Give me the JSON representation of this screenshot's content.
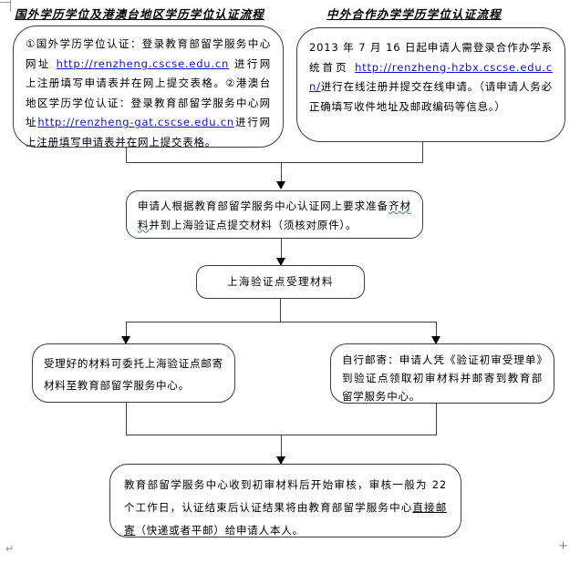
{
  "page": {
    "background": "#ffffff",
    "line_color": "#3d3d3d",
    "link_color": "#1111cc",
    "squiggle_color": "#2e9e3e"
  },
  "titles": {
    "left": "国外学历学位及港澳台地区学历学位认证流程",
    "right": "中外合作办学学历学位认证流程"
  },
  "boxes": {
    "abroad": {
      "part1_before_link": "①国外学历学位认证：登录教育部留学服务中心网址 ",
      "part1_link": "http://renzheng.cscse.edu.cn",
      "part1_after_link": " 进行网上注册填写申请表并在网上提交表格。",
      "part2_before_link": "②港澳台地区学历学位认证：登录教育部留学服务中心网址",
      "part2_link": "http://renzheng-gat.cscse.edu.cn",
      "part2_after_link": "进行网上注册填写申请表并在网上提交表格。"
    },
    "coop": {
      "before_link": "2013 年 7 月 16 日起申请人需登录合作办学系统首页 ",
      "link": "http://renzheng-hzbx.cscse.edu.cn/",
      "after_link": "进行在线注册并提交在线申请。（请申请人务必正确填写收件地址及邮政编码等信息。）"
    },
    "prepare": {
      "before_squiggle": "申请人根据教育部留学服务中心认证网上要求准备",
      "squiggle_text": "齐材料",
      "after_squiggle": "并到上海验证点提交材料（须核对原件）。"
    },
    "accept": {
      "text": "上海验证点受理材料"
    },
    "entrust": {
      "text": "受理好的材料可委托上海验证点邮寄材料至教育部留学服务中心。"
    },
    "self_mail": {
      "text": "自行邮寄：申请人凭《验证初审受理单》到验证点领取初审材料并邮寄到教育部留学服务中心。"
    },
    "review": {
      "before_underline": "教育部留学服务中心收到初审材料后开始审核，审核一般为 22 个工作日，认证结束后认证结果将由教育部留学服务中心",
      "underline_text": "直接邮寄",
      "after_underline": "（快递或者平邮）给申请人本人。"
    }
  },
  "marks": {
    "paragraph_mark": "↵",
    "plus_mark": "+"
  }
}
